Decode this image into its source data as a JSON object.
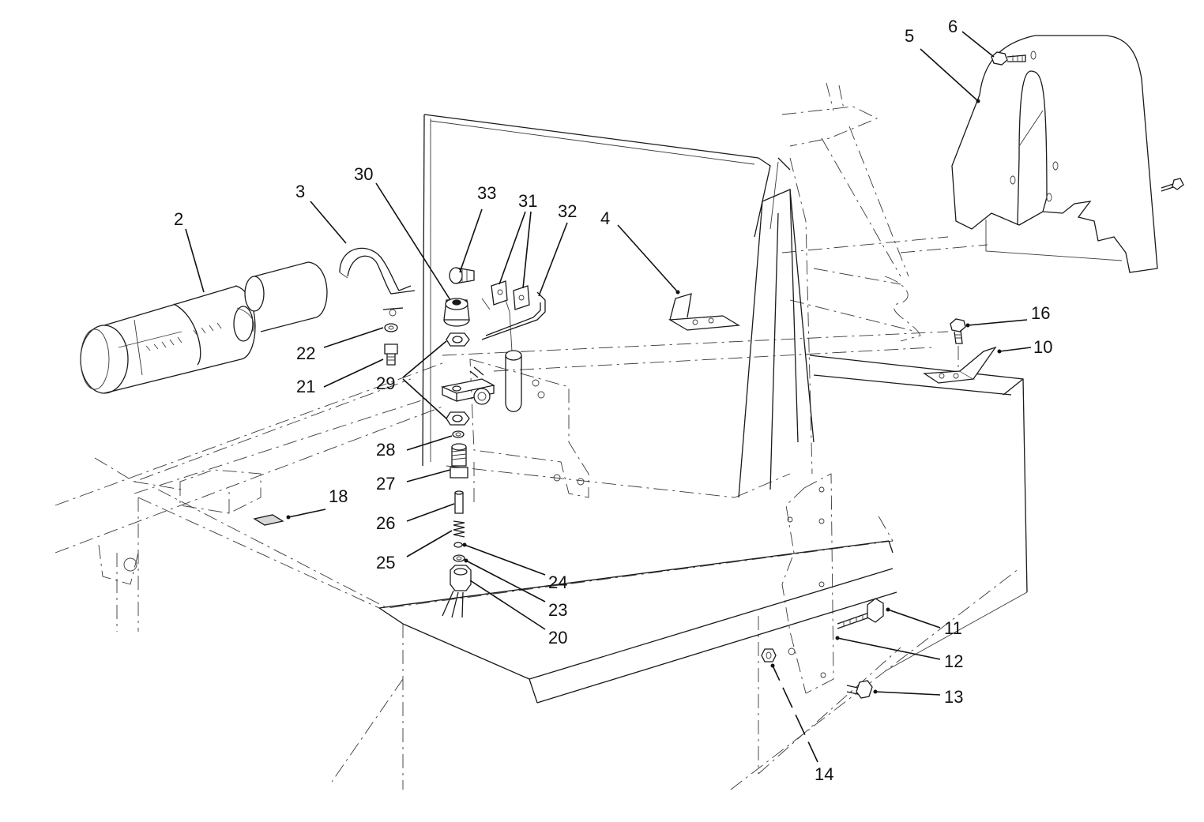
{
  "colors": {
    "ink": "#1a1a1a",
    "background": "#ffffff"
  },
  "callouts": [
    {
      "id": "2",
      "text": "2"
    },
    {
      "id": "3",
      "text": "3"
    },
    {
      "id": "30",
      "text": "30"
    },
    {
      "id": "33",
      "text": "33"
    },
    {
      "id": "31",
      "text": "31"
    },
    {
      "id": "32",
      "text": "32"
    },
    {
      "id": "4",
      "text": "4"
    },
    {
      "id": "5",
      "text": "5"
    },
    {
      "id": "6",
      "text": "6"
    },
    {
      "id": "16",
      "text": "16"
    },
    {
      "id": "10",
      "text": "10"
    },
    {
      "id": "22",
      "text": "22"
    },
    {
      "id": "21",
      "text": "21"
    },
    {
      "id": "29",
      "text": "29"
    },
    {
      "id": "28",
      "text": "28"
    },
    {
      "id": "27",
      "text": "27"
    },
    {
      "id": "18",
      "text": "18"
    },
    {
      "id": "26",
      "text": "26"
    },
    {
      "id": "25",
      "text": "25"
    },
    {
      "id": "24",
      "text": "24"
    },
    {
      "id": "23",
      "text": "23"
    },
    {
      "id": "20",
      "text": "20"
    },
    {
      "id": "11",
      "text": "11"
    },
    {
      "id": "12",
      "text": "12"
    },
    {
      "id": "13",
      "text": "13"
    },
    {
      "id": "14",
      "text": "14"
    }
  ]
}
